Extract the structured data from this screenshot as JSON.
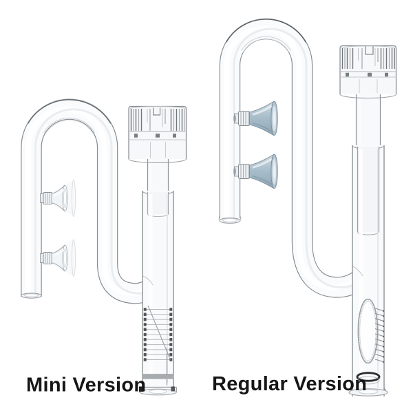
{
  "page": {
    "background_color": "#ffffff"
  },
  "products": {
    "mini": {
      "label": "Mini Version",
      "suction_cup_count": 2,
      "suction_cup_style": "clear"
    },
    "regular": {
      "label": "Regular Version",
      "suction_cup_count": 2,
      "suction_cup_style": "blue"
    }
  },
  "colors": {
    "glass_edge": "#82888d",
    "glass_fill": "#f9fafb",
    "label_text": "#161616",
    "cup_blue_light": "#cfdae1",
    "cup_blue": "#aabfcc",
    "cup_blue_deep": "#90a6b5",
    "o_ring": "#2d2d2d"
  }
}
